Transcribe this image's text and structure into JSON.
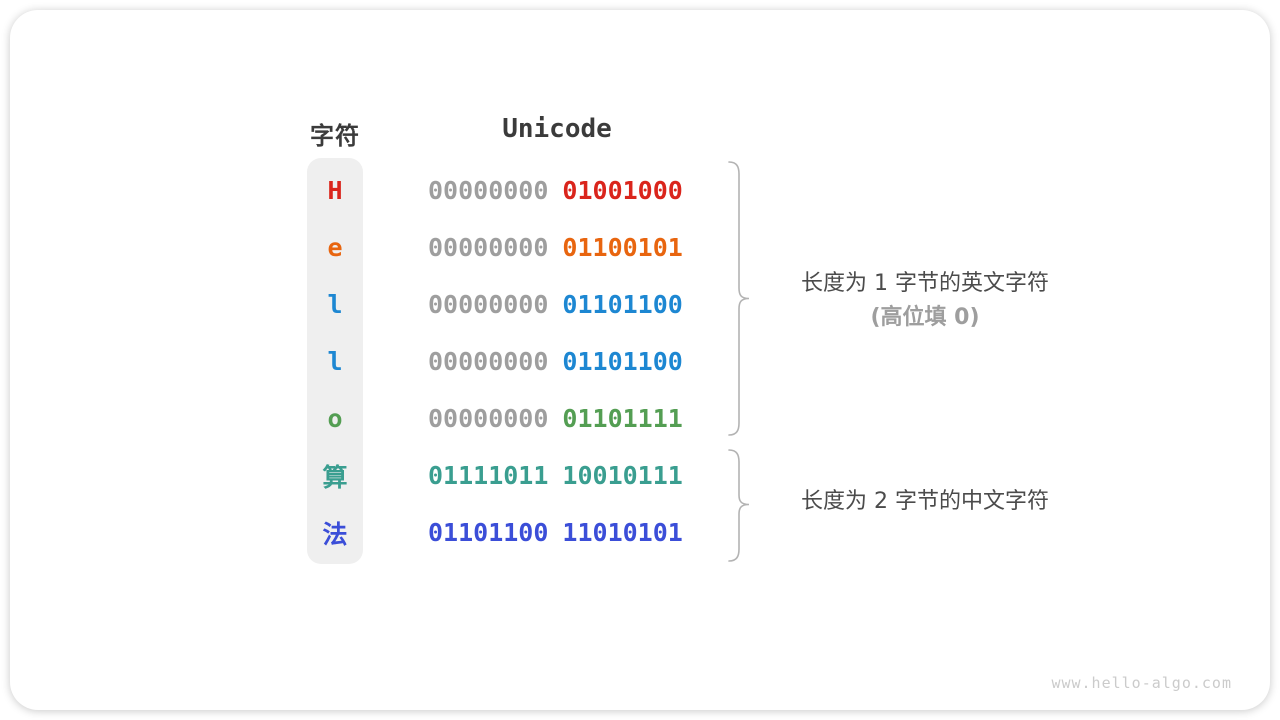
{
  "header": {
    "char_label": "字符",
    "unicode_label": "Unicode"
  },
  "colors": {
    "header_text": "#3b3b3b",
    "byte_gray": "#9e9e9e",
    "annotation_dark": "#4b4b4b",
    "annotation_light": "#9e9e9e",
    "brace": "#b3b3b3",
    "column_bg": "#efefef",
    "char_H": "#da251c",
    "char_e": "#e8650f",
    "char_l": "#1d87d2",
    "char_o": "#549e53",
    "char_suan": "#3a9e90",
    "char_fa": "#3b4ed8"
  },
  "rows": [
    {
      "char": "H",
      "color": "#da251c",
      "byte1": "00000000",
      "byte1_gray": true,
      "byte2": "01001000"
    },
    {
      "char": "e",
      "color": "#e8650f",
      "byte1": "00000000",
      "byte1_gray": true,
      "byte2": "01100101"
    },
    {
      "char": "l",
      "color": "#1d87d2",
      "byte1": "00000000",
      "byte1_gray": true,
      "byte2": "01101100"
    },
    {
      "char": "l",
      "color": "#1d87d2",
      "byte1": "00000000",
      "byte1_gray": true,
      "byte2": "01101100"
    },
    {
      "char": "o",
      "color": "#549e53",
      "byte1": "00000000",
      "byte1_gray": true,
      "byte2": "01101111"
    },
    {
      "char": "算",
      "color": "#3a9e90",
      "byte1": "01111011",
      "byte1_gray": false,
      "byte2": "10010111"
    },
    {
      "char": "法",
      "color": "#3b4ed8",
      "byte1": "01101100",
      "byte1_gray": false,
      "byte2": "11010101"
    }
  ],
  "annotations": {
    "english": {
      "line1": "长度为 1 字节的英文字符",
      "line2": "(高位填 0)"
    },
    "chinese": {
      "line1": "长度为 2 字节的中文字符"
    }
  },
  "watermark": "www.hello-algo.com"
}
